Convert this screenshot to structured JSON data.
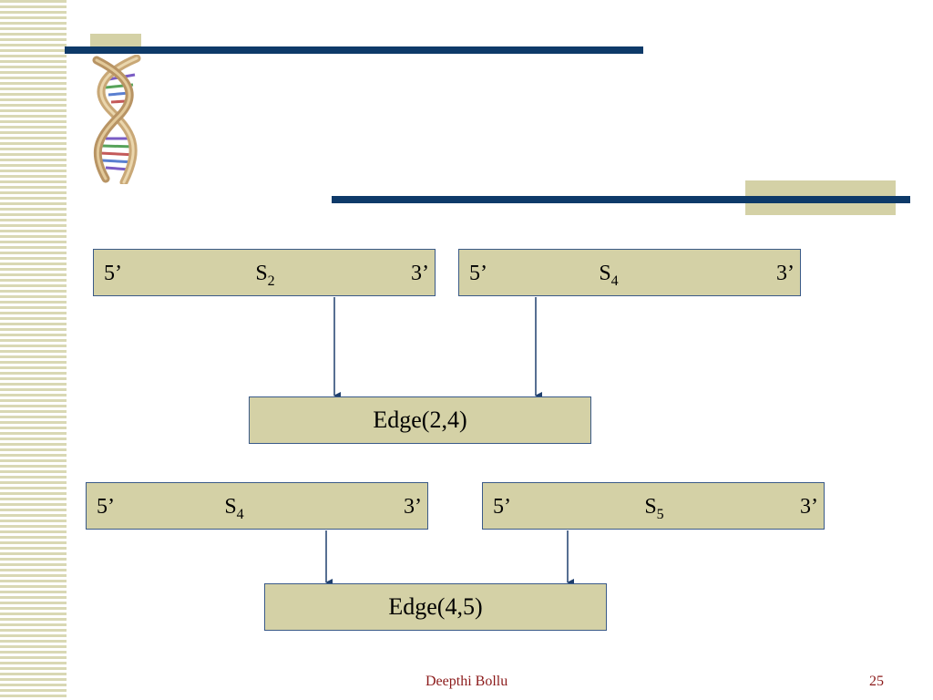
{
  "colors": {
    "box_fill": "#d4d1a6",
    "rule": "#0e3a69",
    "footer_text": "#8b1a1a"
  },
  "groups": [
    {
      "strands": [
        {
          "five": "5’",
          "name": "S",
          "sub": "2",
          "three": "3’"
        },
        {
          "five": "5’",
          "name": "S",
          "sub": "4",
          "three": "3’"
        }
      ],
      "edge": "Edge(2,4)"
    },
    {
      "strands": [
        {
          "five": "5’",
          "name": "S",
          "sub": "4",
          "three": "3’"
        },
        {
          "five": "5’",
          "name": "S",
          "sub": "5",
          "three": "3’"
        }
      ],
      "edge": "Edge(4,5)"
    }
  ],
  "footer": {
    "author": "Deepthi Bollu",
    "page": "25"
  },
  "decor": {
    "logo_icon": "dna-helix-icon"
  }
}
